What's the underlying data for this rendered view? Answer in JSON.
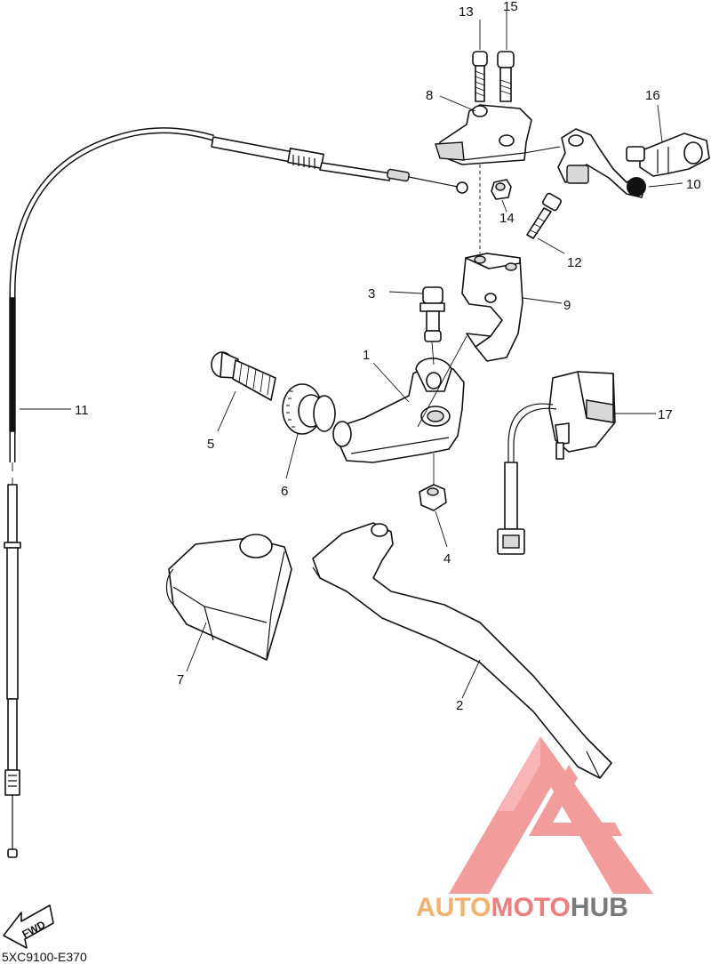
{
  "diagram": {
    "callouts": [
      "1",
      "2",
      "3",
      "4",
      "5",
      "6",
      "7",
      "8",
      "9",
      "10",
      "11",
      "12",
      "13",
      "14",
      "15",
      "16",
      "17"
    ],
    "diagram_code": "5XC9100-E370",
    "fwd_label": "FWD"
  },
  "watermark": {
    "brand_parts": [
      "AUTO",
      "MOTO",
      "HUB"
    ],
    "colors": {
      "auto": "#f5b16b",
      "moto": "#f07c7c",
      "hub": "#7a7a7a",
      "triangle": "#f28b8b"
    }
  }
}
